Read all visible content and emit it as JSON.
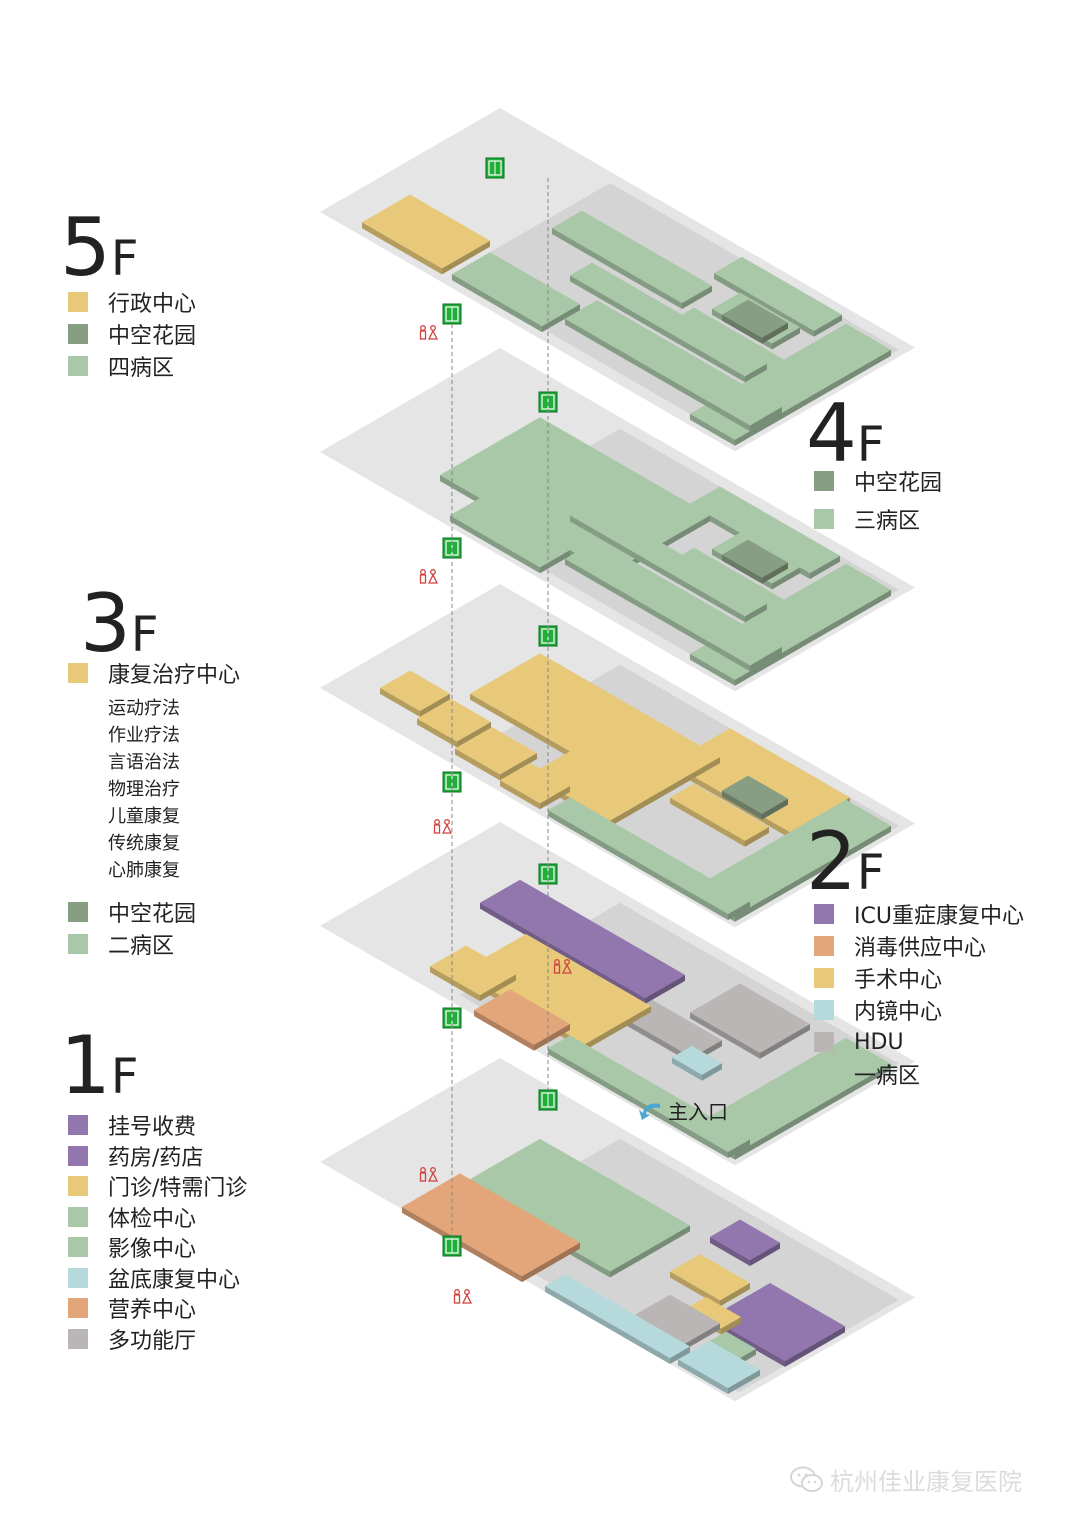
{
  "colors": {
    "admin": "#e8c97a",
    "garden": "#879e82",
    "ward": "#a9c8a8",
    "purple": "#9277ae",
    "orange": "#e3a67a",
    "lightblue": "#b6d9db",
    "gray": "#b9b6b5",
    "slab": "#e5e5e5",
    "slab_inner": "#d4d4d4",
    "elevator": "#1fae3a",
    "restroom": "#d0413d",
    "arrow": "#4aa6d2"
  },
  "floors": [
    {
      "id": "5f",
      "number": "5",
      "suffix": "F",
      "legend": [
        {
          "label": "行政中心",
          "color": "#e8c97a"
        },
        {
          "label": "中空花园",
          "color": "#879e82"
        },
        {
          "label": "四病区",
          "color": "#a9c8a8"
        }
      ]
    },
    {
      "id": "4f",
      "number": "4",
      "suffix": "F",
      "legend": [
        {
          "label": "中空花园",
          "color": "#879e82"
        },
        {
          "label": "三病区",
          "color": "#a9c8a8"
        }
      ]
    },
    {
      "id": "3f",
      "number": "3",
      "suffix": "F",
      "legend": [
        {
          "label": "康复治疗中心",
          "color": "#e8c97a"
        },
        {
          "label": "中空花园",
          "color": "#879e82"
        },
        {
          "label": "二病区",
          "color": "#a9c8a8"
        }
      ],
      "sub_items": [
        "运动疗法",
        "作业疗法",
        "言语治法",
        "物理治疗",
        "儿童康复",
        "传统康复",
        "心肺康复"
      ]
    },
    {
      "id": "2f",
      "number": "2",
      "suffix": "F",
      "legend": [
        {
          "label": "ICU重症康复中心",
          "color": "#9277ae"
        },
        {
          "label": "消毒供应中心",
          "color": "#e3a67a"
        },
        {
          "label": "手术中心",
          "color": "#e8c97a"
        },
        {
          "label": "内镜中心",
          "color": "#b6d9db"
        },
        {
          "label": "HDU",
          "color": "#b9b6b5"
        },
        {
          "label": "一病区",
          "color": "#a9c8a8"
        }
      ]
    },
    {
      "id": "1f",
      "number": "1",
      "suffix": "F",
      "legend": [
        {
          "label": "挂号收费",
          "color": "#9277ae"
        },
        {
          "label": "药房/药店",
          "color": "#9277ae"
        },
        {
          "label": "门诊/特需门诊",
          "color": "#e8c97a"
        },
        {
          "label": "体检中心",
          "color": "#a9c8a8"
        },
        {
          "label": "影像中心",
          "color": "#a9c8a8"
        },
        {
          "label": "盆底康复中心",
          "color": "#b6d9db"
        },
        {
          "label": "营养中心",
          "color": "#e3a67a"
        },
        {
          "label": "多功能厅",
          "color": "#b9b6b5"
        }
      ]
    }
  ],
  "entrance_label": "主入口",
  "watermark": "杭州佳业康复医院",
  "icons": {
    "elevator": "elevator-icon",
    "restroom": "restroom-icon",
    "entrance_arrow": "arrow-icon",
    "wechat": "wechat-icon"
  }
}
